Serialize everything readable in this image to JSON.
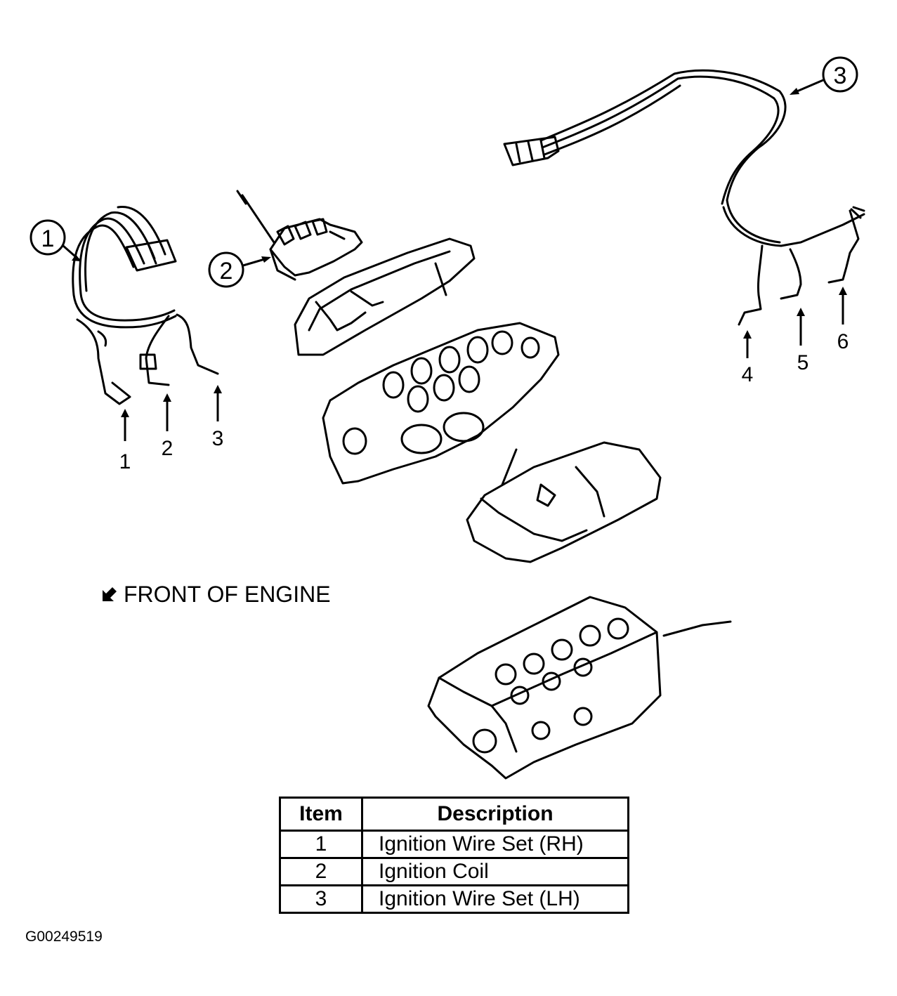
{
  "callouts": [
    "1",
    "2",
    "3"
  ],
  "cylinder_labels": [
    "1",
    "2",
    "3",
    "4",
    "5",
    "6"
  ],
  "front_label": "FRONT OF ENGINE",
  "icons": {
    "front_arrow": "front-direction-arrow-icon"
  },
  "legend": {
    "headers": {
      "item": "Item",
      "description": "Description"
    },
    "rows": [
      {
        "item": "1",
        "description": "Ignition Wire Set (RH)"
      },
      {
        "item": "2",
        "description": "Ignition Coil"
      },
      {
        "item": "3",
        "description": "Ignition Wire Set (LH)"
      }
    ]
  },
  "figure_id": "G00249519"
}
